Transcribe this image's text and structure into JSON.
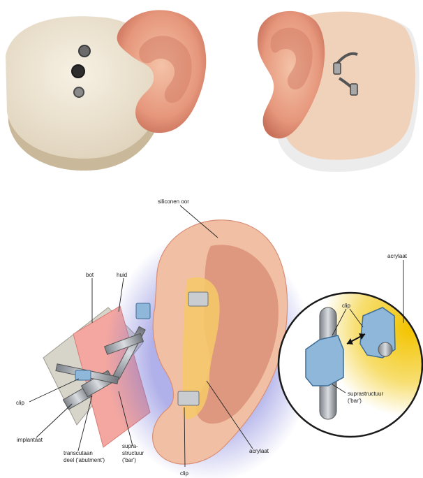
{
  "labels": {
    "silicone_ear": "siliconen oor",
    "bone": "bot",
    "skin": "huid",
    "clip_left": "clip",
    "implant": "implantaat",
    "abutment_line1": "transcutaan",
    "abutment_line2": "deel ('abutment')",
    "bar_line1": "supra-",
    "bar_line2": "structuur",
    "bar_line3": "('bar')",
    "clip_bottom": "clip",
    "acrylic_main": "acrylaat",
    "acrylic_inset": "acrylaat",
    "clip_inset": "clip",
    "inset_bar_line1": "suprastructuur",
    "inset_bar_line2": "('bar')"
  },
  "colors": {
    "skin_tone": "#f1bfa3",
    "ear_shadow": "#d98e76",
    "acrylic": "#f5c86a",
    "inset_yellow": "#f3c400",
    "clip_blue": "#8fb7d9",
    "metal": "#9aa0a6",
    "bone": "#d9d6cc",
    "skin_layer": "#f4a7a0",
    "glow": "#6f6fd8"
  },
  "icons": [
    "magnet-icon",
    "bar-clip-icon",
    "double-arrow-icon"
  ]
}
